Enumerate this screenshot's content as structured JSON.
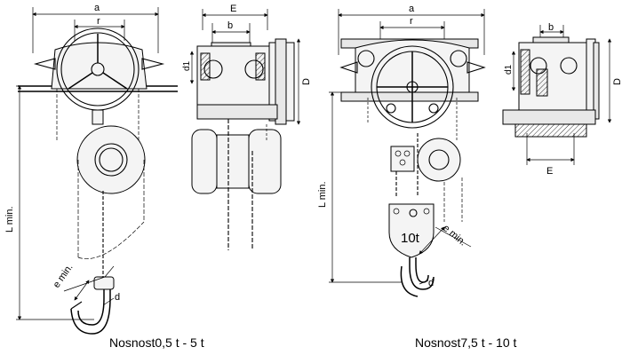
{
  "labels": {
    "a": "a",
    "r": "r",
    "E": "E",
    "b": "b",
    "d1": "d1",
    "D": "D",
    "L_min": "L min.",
    "e_min": "e min.",
    "d": "d",
    "capacity_badge": "10t"
  },
  "captions": {
    "left": "Nosnost0,5 t - 5 t",
    "right": "Nosnost7,5 t - 10 t"
  }
}
